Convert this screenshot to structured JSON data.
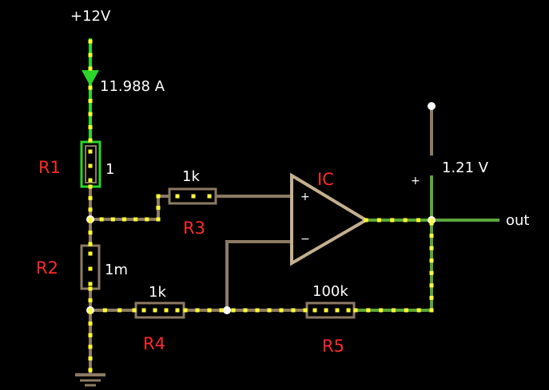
{
  "colors": {
    "background": "#000000",
    "wire_inactive": "#8c7a63",
    "wire_active": "#5aa63a",
    "wire_hot": "#2bd52b",
    "current_dots": "#ffff33",
    "reference_text": "#ff2a2a",
    "label_text": "#ffffff"
  },
  "supply": {
    "label": "+12V",
    "current_readout": "11.988 A"
  },
  "resistors": {
    "r1": {
      "ref": "R1",
      "value": "1"
    },
    "r2": {
      "ref": "R2",
      "value": "1m"
    },
    "r3": {
      "ref": "R3",
      "value": "1k"
    },
    "r4": {
      "ref": "R4",
      "value": "1k"
    },
    "r5": {
      "ref": "R5",
      "value": "100k"
    }
  },
  "opamp": {
    "ref": "IC",
    "pin_plus": "+",
    "pin_minus": "−"
  },
  "probe": {
    "polarity": "+",
    "voltage": "1.21 V"
  },
  "output": {
    "label": "out"
  }
}
